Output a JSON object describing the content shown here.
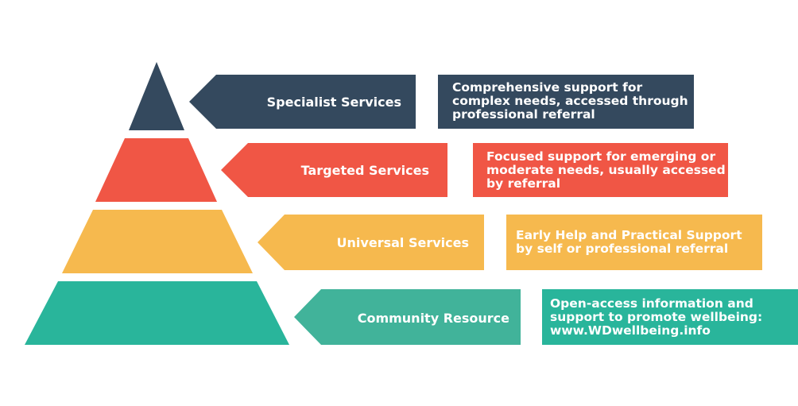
{
  "tiers": [
    {
      "id": "specialist",
      "label": "Specialist Services",
      "description_lines": [
        "Comprehensive support for",
        "complex needs, accessed through",
        "professional referral"
      ],
      "color": "#34495e"
    },
    {
      "id": "targeted",
      "label": "Targeted Services",
      "description_lines": [
        "Focused support for emerging or",
        "moderate needs, usually accessed",
        "by referral"
      ],
      "color": "#f05645"
    },
    {
      "id": "universal",
      "label": "Universal Services",
      "description_lines": [
        "Early Help and  Practical Support",
        "by self or professional referral"
      ],
      "color": "#f6b94e"
    },
    {
      "id": "community",
      "label": "Community Resource",
      "description_lines": [
        "Open-access information and",
        "support to promote wellbeing:",
        "www.WDwellbeing.info"
      ],
      "color": "#29b59b",
      "arrow_color": "#41b39a"
    }
  ]
}
